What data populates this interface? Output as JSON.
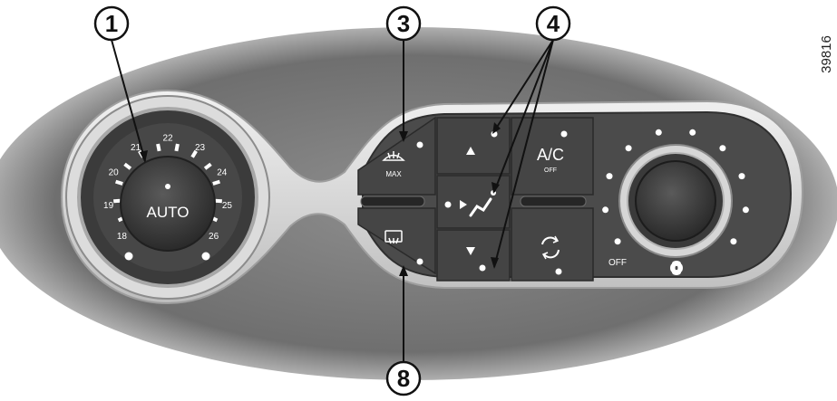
{
  "figure_id": "39816",
  "callouts": [
    "1",
    "3",
    "4",
    "8"
  ],
  "dial_left": {
    "center_label": "AUTO",
    "temperature_scale": [
      "18",
      "19",
      "20",
      "21",
      "22",
      "23",
      "24",
      "25",
      "26"
    ]
  },
  "buttons": {
    "max_defrost_label": "MAX",
    "ac_label": "A/C",
    "ac_sub_label": "OFF"
  },
  "dial_right": {
    "off_label": "OFF"
  },
  "colors": {
    "panel": "#4a4a4a",
    "bezel": "#d9d9d9",
    "dial_face": "#2e2e2e",
    "background_vignette": "#6f6f6f"
  }
}
